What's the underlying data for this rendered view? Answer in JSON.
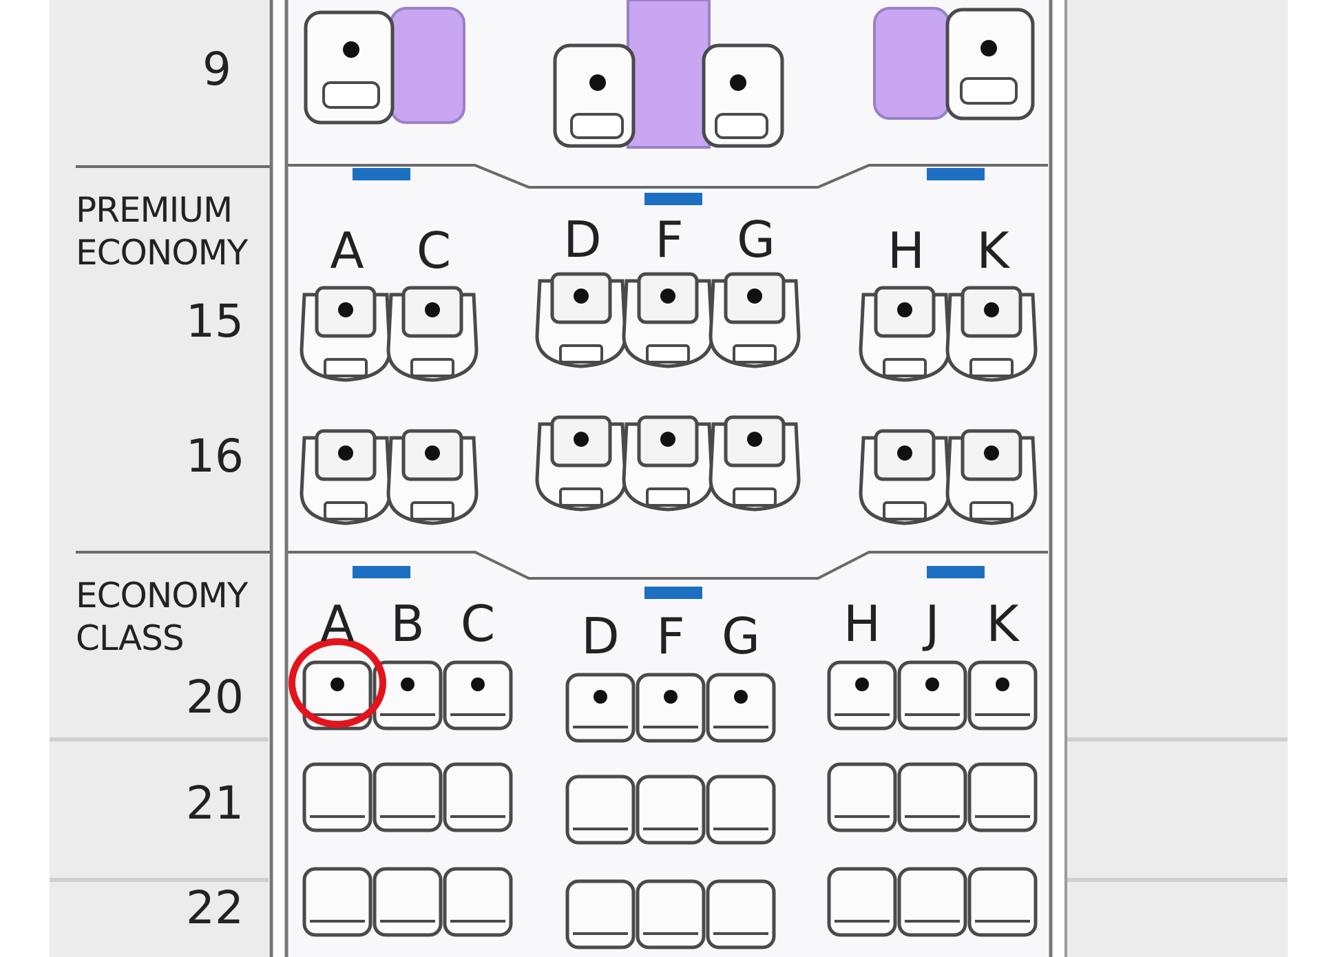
{
  "sections": [
    {
      "line1": "PREMIUM",
      "line2": "ECONOMY"
    },
    {
      "line1": "ECONOMY",
      "line2": "CLASS"
    }
  ],
  "rows": [
    "9",
    "15",
    "16",
    "20",
    "21",
    "22"
  ],
  "premium": {
    "columns": [
      "A",
      "C",
      "D",
      "F",
      "G",
      "H",
      "K"
    ],
    "seat_rows": [
      "15",
      "16"
    ]
  },
  "economy": {
    "columns": [
      "A",
      "B",
      "C",
      "D",
      "F",
      "G",
      "H",
      "J",
      "K"
    ],
    "available_row": "20",
    "blocked_rows": [
      "21",
      "22"
    ]
  },
  "selected_seat": "20A",
  "colors": {
    "panel": "#ececec",
    "cabin": "#f8f8fa",
    "outline": "#4a4a4a",
    "purple": "#c9a6f1",
    "exit_marker": "#1d6fc2",
    "selection_ring": "#e3141c"
  }
}
